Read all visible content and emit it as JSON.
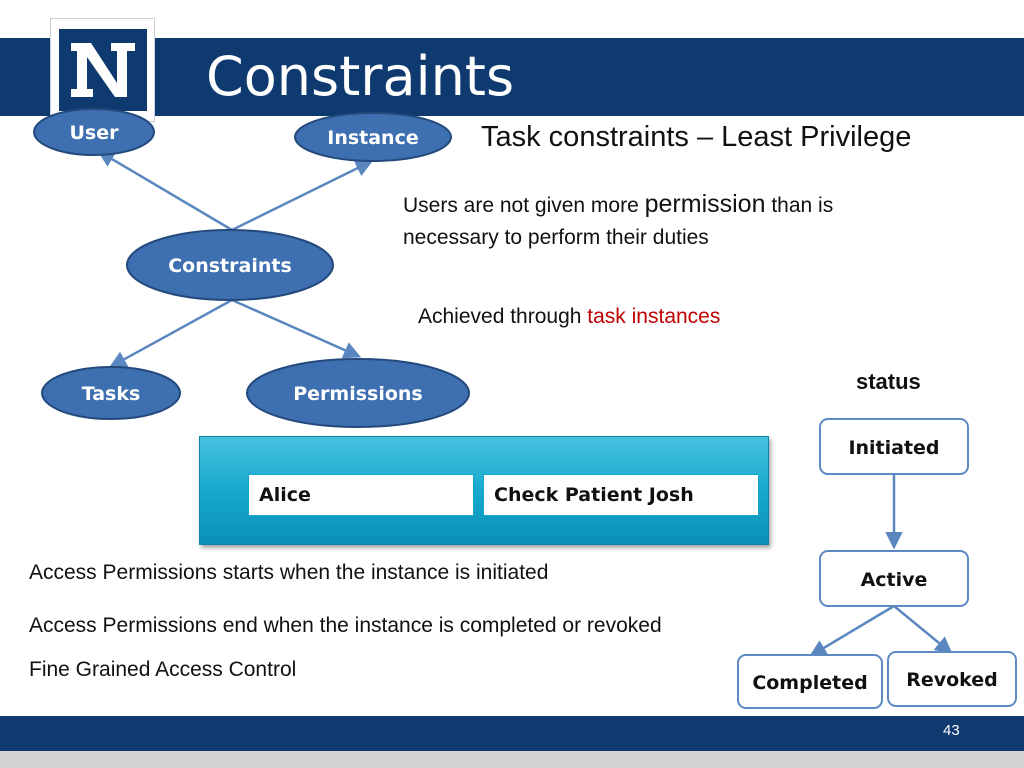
{
  "slide": {
    "title": "Constraints",
    "subtitle": "Task constraints – Least Privilege",
    "logo_letter": "N",
    "page_number": "43"
  },
  "diagram": {
    "nodes": {
      "user": "User",
      "instance": "Instance",
      "constraints": "Constraints",
      "tasks": "Tasks",
      "permissions": "Permissions"
    }
  },
  "text": {
    "users_part1": "Users are not given more ",
    "users_word": "permission",
    "users_part2": " than is",
    "users_line2": "necessary to perform their duties",
    "achieved": "Achieved through ",
    "task_instances": "task instances",
    "perm_start": "Access Permissions starts when the instance is initiated",
    "perm_end": "Access Permissions end when the instance is completed or revoked",
    "fine_grained": "Fine Grained Access Control"
  },
  "instance_panel": {
    "user_value": "Alice",
    "task_value": "Check Patient Josh"
  },
  "status": {
    "label": "status",
    "initiated": "Initiated",
    "active": "Active",
    "completed": "Completed",
    "revoked": "Revoked"
  },
  "colors": {
    "title_bar": "#0e3a70",
    "node_fill": "#3e6fb0",
    "node_stroke": "#23497d",
    "panel": "#14a6cc",
    "highlight_text": "#c00000",
    "status_border": "#5e8ac4"
  }
}
